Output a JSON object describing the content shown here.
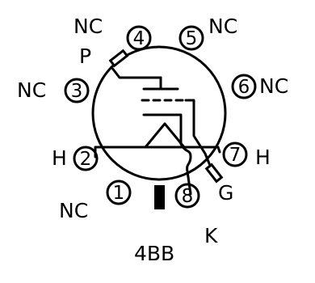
{
  "diagram": {
    "base_code": "4BB",
    "pins": [
      {
        "number": "1",
        "label": "NC"
      },
      {
        "number": "2",
        "label": "H"
      },
      {
        "number": "3",
        "label": "NC"
      },
      {
        "number": "4",
        "label": "NC"
      },
      {
        "number": "5",
        "label": "NC"
      },
      {
        "number": "6",
        "label": "NC"
      },
      {
        "number": "7",
        "label": "H"
      },
      {
        "number": "8",
        "label": "K"
      }
    ],
    "electrodes": {
      "plate": "P",
      "grid": "G"
    },
    "colors": {
      "ink": "#000000",
      "background": "#ffffff"
    }
  }
}
